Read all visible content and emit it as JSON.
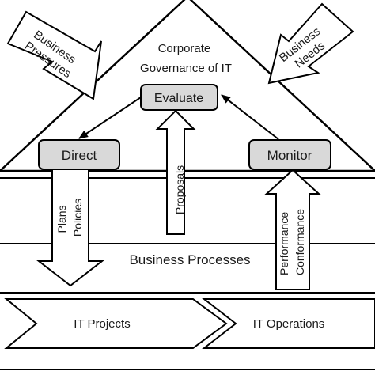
{
  "title": {
    "line1": "Corporate",
    "line2": "Governance of IT"
  },
  "boxes": {
    "evaluate": "Evaluate",
    "direct": "Direct",
    "monitor": "Monitor"
  },
  "external_arrows": {
    "business_pressures": {
      "line1": "Business",
      "line2": "Pressures"
    },
    "business_needs": {
      "line1": "Business",
      "line2": "Needs"
    }
  },
  "flow_arrows": {
    "plans_policies": {
      "line1": "Plans",
      "line2": "Policies"
    },
    "proposals": "Proposals",
    "performance_conformance": {
      "line1": "Performance",
      "line2": "Conformance"
    }
  },
  "band": {
    "business_processes": "Business Processes"
  },
  "chevrons": {
    "it_projects": "IT Projects",
    "it_operations": "IT Operations"
  },
  "colors": {
    "box_fill": "#d9d9d9",
    "line": "#000000",
    "background": "#ffffff"
  }
}
